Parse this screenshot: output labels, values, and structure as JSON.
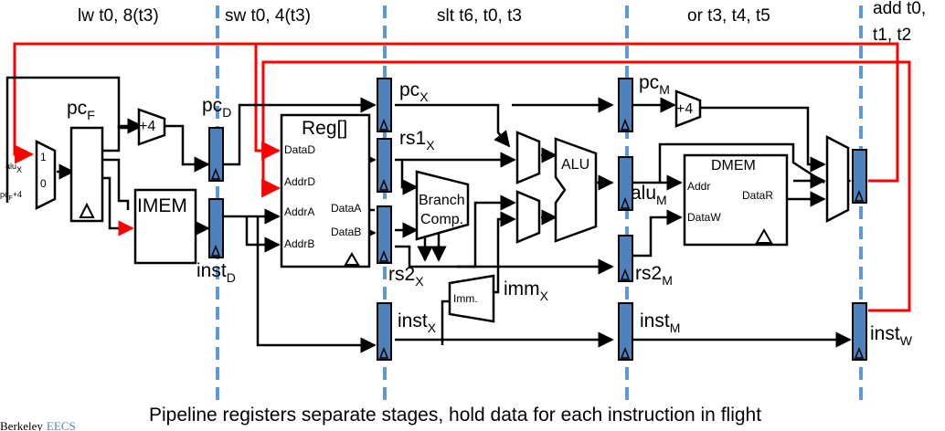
{
  "stages": [
    {
      "instruction": "lw t0, 8(t3)"
    },
    {
      "instruction": "sw t0, 4(t3)"
    },
    {
      "instruction": "slt t6, t0, t3"
    },
    {
      "instruction": "or t3, t4, t5"
    },
    {
      "instruction_line1": "add t0,",
      "instruction_line2": "t1, t2"
    }
  ],
  "labels": {
    "pcF": "pc",
    "pcF_sub": "F",
    "pcD": "pc",
    "pcD_sub": "D",
    "instD": "inst",
    "instD_sub": "D",
    "pcX": "pc",
    "pcX_sub": "X",
    "rs1X": "rs1",
    "rs1X_sub": "X",
    "rs2X": "rs2",
    "rs2X_sub": "X",
    "immX": "imm",
    "immX_sub": "X",
    "instX": "inst",
    "instX_sub": "X",
    "pcM": "pc",
    "pcM_sub": "M",
    "aluM": "alu",
    "aluM_sub": "M",
    "rs2M": "rs2",
    "rs2M_sub": "M",
    "instM": "inst",
    "instM_sub": "M",
    "instW": "inst",
    "instW_sub": "W",
    "aluX_in": "alu",
    "aluX_in_sub": "X",
    "pcF4_in": "pc",
    "pcF4_in_sub": "F",
    "pcF4_in_tail": "+4",
    "mux_1": "1",
    "mux_0": "0",
    "plus4_a": "+4",
    "plus4_b": "+4"
  },
  "blocks": {
    "imem": "IMEM",
    "reg_title": "Reg[]",
    "reg_dataD": "DataD",
    "reg_addrD": "AddrD",
    "reg_addrA": "AddrA",
    "reg_addrB": "AddrB",
    "reg_dataA": "DataA",
    "reg_dataB": "DataB",
    "branch_line1": "Branch",
    "branch_line2": "Comp.",
    "imm": "Imm.",
    "alu": "ALU",
    "dmem": "DMEM",
    "dmem_addr": "Addr",
    "dmem_dataR": "DataR",
    "dmem_dataW": "DataW"
  },
  "caption": "Pipeline registers separate stages, hold data for each instruction in flight",
  "footer": {
    "left": "Berkeley",
    "right": "EECS"
  },
  "colors": {
    "register_fill": "#4f81bd",
    "stage_divider": "#5b9bd5",
    "writeback_wire": "#ff0000",
    "wire": "#000000",
    "footer_brand": "#4f81bd"
  }
}
